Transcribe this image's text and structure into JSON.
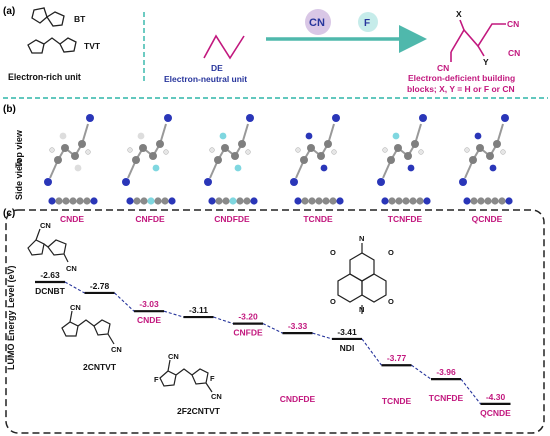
{
  "panel_a": {
    "label": "(a)",
    "bt": "BT",
    "tvt": "TVT",
    "rich_caption": "Electron-rich unit",
    "de": "DE",
    "neutral_caption": "Electron-neutral unit",
    "cn_badge": "CN",
    "f_badge": "F",
    "x": "X",
    "y": "Y",
    "cn_top": "CN",
    "cn_left": "CN",
    "cn_right": "CN",
    "deficient_line1": "Electron-deficient building",
    "deficient_line2": "blocks; X, Y = H or F or CN"
  },
  "panel_b": {
    "label": "(b)",
    "top_view": "Top view",
    "side_view": "Side view",
    "molecules": [
      "CNDE",
      "CNFDE",
      "CNDFDE",
      "TCNDE",
      "TCNFDE",
      "QCNDE"
    ]
  },
  "panel_c": {
    "label": "(c)",
    "ylabel": "LUMO Energy Level (eV)",
    "levels": [
      {
        "value": "-2.63",
        "name": "DCNBT"
      },
      {
        "value": "-2.78",
        "name": "2CNTVT"
      },
      {
        "value": "-3.03",
        "name": "CNDE"
      },
      {
        "value": "-3.11",
        "name": "2F2CNTVT"
      },
      {
        "value": "-3.20",
        "name": "CNFDE"
      },
      {
        "value": "-3.33",
        "name": "CNDFDE"
      },
      {
        "value": "-3.41",
        "name": "NDI"
      },
      {
        "value": "-3.77",
        "name": "TCNDE"
      },
      {
        "value": "-3.96",
        "name": "TCNFDE"
      },
      {
        "value": "-4.30",
        "name": "QCNDE"
      }
    ],
    "struct_text": {
      "cn": "CN",
      "f": "F",
      "n": "N",
      "o": "O"
    }
  },
  "colors": {
    "magenta": "#c2187e",
    "navy": "#27359c",
    "teal": "#4fb8ac",
    "accent_dashed": "#2fb5a8",
    "badge": "#d9c7e6"
  }
}
